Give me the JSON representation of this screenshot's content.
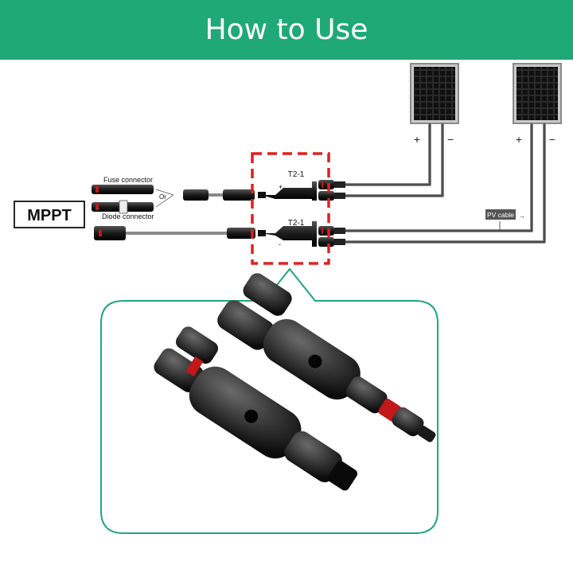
{
  "banner": {
    "title": "How to Use",
    "color": "#1fa878"
  },
  "diagram": {
    "mppt_label": "MPPT",
    "fuse_connector_label": "Fuse connector",
    "or_label": "Or",
    "diode_connector_label": "Diode connector",
    "branch_top_label": "T2-1",
    "branch_bottom_label": "T2-1",
    "plus_symbol": "+",
    "minus_symbol": "-",
    "panel_left": {
      "plus": "+",
      "minus": "−"
    },
    "panel_right": {
      "plus": "+",
      "minus": "−"
    },
    "pv_cable_label": "PV cable",
    "pv_cable_arrow": "→",
    "highlight_color": "#e02020",
    "callout_border_color": "#1fa878"
  },
  "icons": [
    "solar-panel-icon",
    "mc4-connector-icon",
    "branch-connector-icon"
  ]
}
